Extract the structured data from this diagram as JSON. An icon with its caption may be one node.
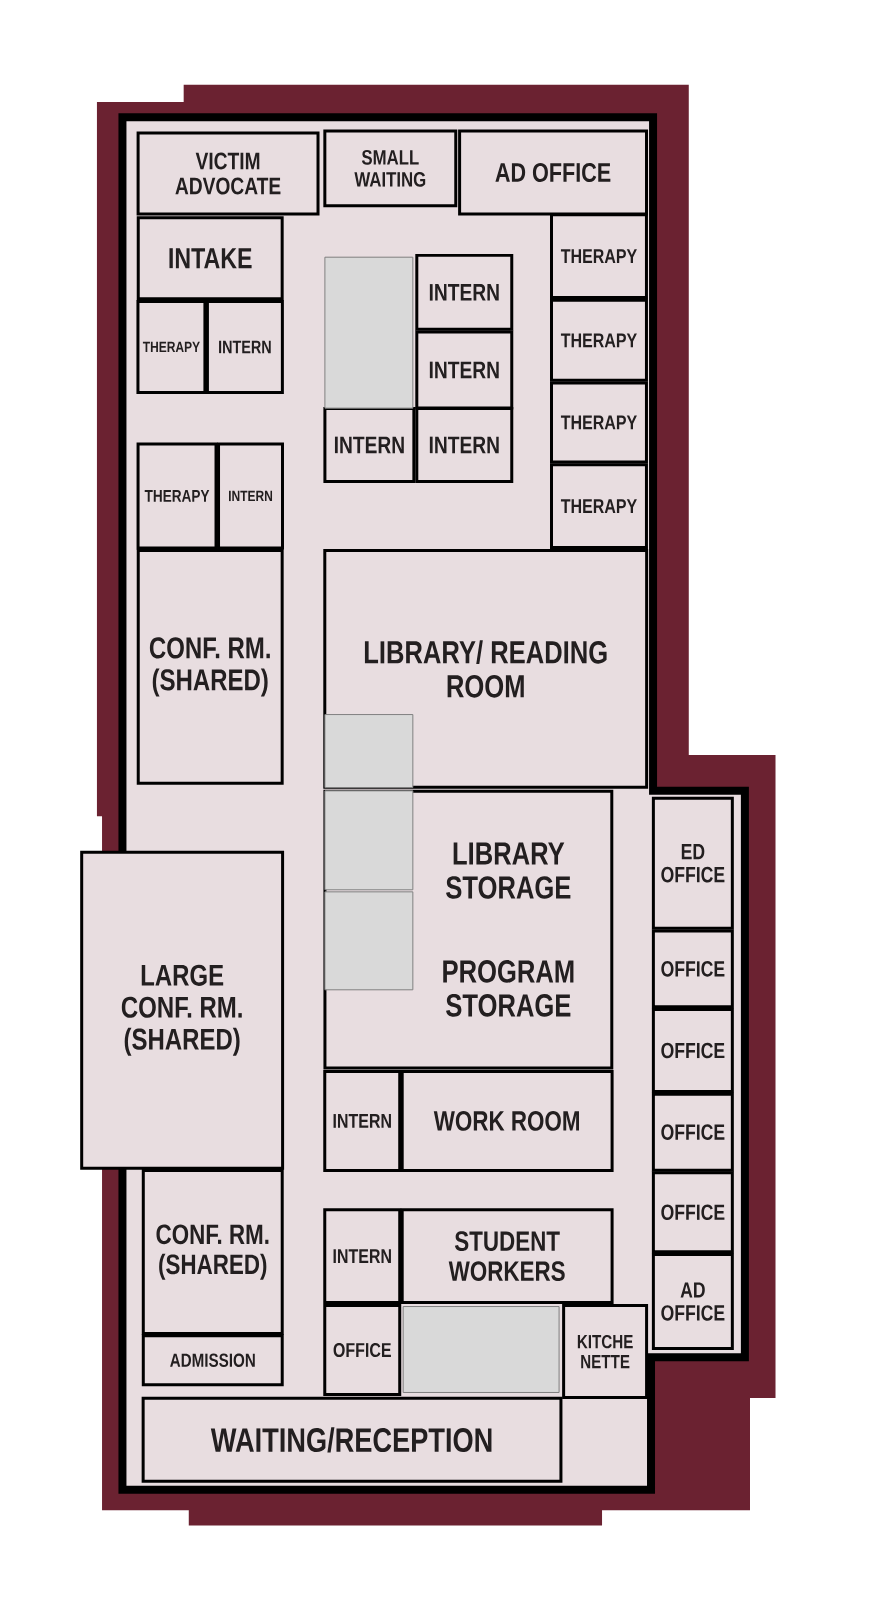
{
  "diagram": {
    "nodes": [
      {
        "text": [
          "VICTIM ADVOCATE"
        ]
      },
      {
        "text": [
          "SMALL WAITING"
        ]
      },
      {
        "text": [
          "AD OFFICE"
        ]
      },
      {
        "text": [
          "INTAKE"
        ]
      },
      {
        "text": [
          "THERAPY"
        ]
      },
      {
        "text": [
          "INTERN"
        ]
      },
      {
        "text": [
          "INTERN"
        ]
      },
      {
        "text": [
          "INTERN"
        ]
      },
      {
        "text": [
          "INTERN"
        ]
      },
      {
        "text": [
          "INTERN"
        ]
      },
      {
        "text": [
          "THERAPY"
        ]
      },
      {
        "text": [
          "THERAPY"
        ]
      },
      {
        "text": [
          "THERAPY"
        ]
      },
      {
        "text": [
          "THERAPY"
        ]
      },
      {
        "text": [
          "THERAPY"
        ]
      },
      {
        "text": [
          "INTERN"
        ]
      },
      {
        "text": [
          "CONF. RM. (SHARED)"
        ]
      },
      {
        "text": [
          "LIBRARY/ READING ROOM"
        ]
      },
      {
        "text": [
          "LIBRARY STORAGE",
          "PROGRAM STORAGE"
        ]
      },
      {
        "text": [
          "ED OFFICE"
        ]
      },
      {
        "text": [
          "OFFICE"
        ]
      },
      {
        "text": [
          "OFFICE"
        ]
      },
      {
        "text": [
          "OFFICE"
        ]
      },
      {
        "text": [
          "OFFICE"
        ]
      },
      {
        "text": [
          "AD OFFICE"
        ]
      },
      {
        "text": [
          "LARGE CONF. RM. (SHARED)"
        ]
      },
      {
        "text": [
          "INTERN"
        ]
      },
      {
        "text": [
          "WORK ROOM"
        ]
      },
      {
        "text": [
          "CONF. RM. (SHARED)"
        ]
      },
      {
        "text": [
          "ADMISSION"
        ]
      },
      {
        "text": [
          "INTERN"
        ]
      },
      {
        "text": [
          "STUDENT WORKERS"
        ]
      },
      {
        "text": [
          "OFFICE"
        ]
      },
      {
        "text": [
          "KITCHE NETTE"
        ]
      },
      {
        "text": [
          "WAITING/RECEPTION"
        ]
      },
      {
        "text": [],
        "shape": "box"
      },
      {
        "text": [],
        "shape": "box",
        "in": 17
      },
      {
        "text": [],
        "shape": "box",
        "in": 18
      },
      {
        "text": [],
        "shape": "box",
        "in": 18
      },
      {
        "text": [],
        "shape": "box"
      }
    ]
  }
}
